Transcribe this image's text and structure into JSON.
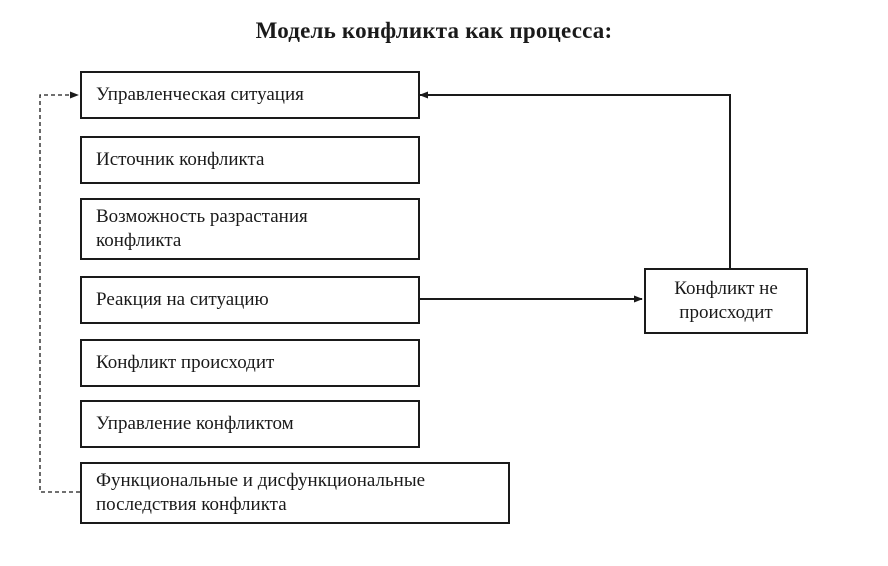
{
  "diagram": {
    "title": "Модель конфликта как процесса:",
    "stages": [
      {
        "name": "managerial-situation",
        "label": "Управленческая ситуация"
      },
      {
        "name": "conflict-source",
        "label": "Источник конфликта"
      },
      {
        "name": "escalation-possibility",
        "label": "Возможность разрастания конфликта"
      },
      {
        "name": "situation-reaction",
        "label": "Реакция на ситуацию"
      },
      {
        "name": "conflict-occurs",
        "label": "Конфликт происходит"
      },
      {
        "name": "conflict-management",
        "label": "Управление конфликтом"
      },
      {
        "name": "conflict-consequences",
        "label": "Функциональные и дисфункциональные последствия конфликта"
      }
    ],
    "side_box": {
      "label": "Конфликт не происходит"
    }
  }
}
